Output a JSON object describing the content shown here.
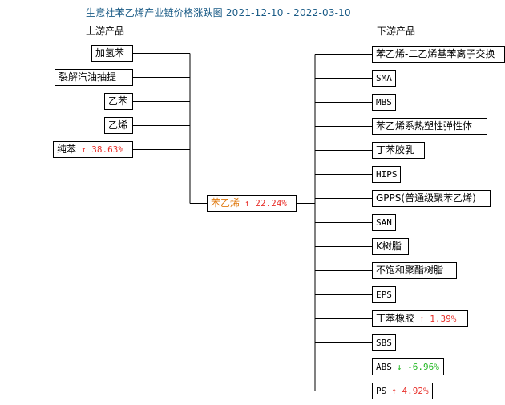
{
  "title": "生意社苯乙烯产业链价格涨跌图 2021-12-10 - 2022-03-10",
  "upstream_label": "上游产品",
  "downstream_label": "下游产品",
  "up_arrow": "↑",
  "down_arrow": "↓",
  "colors": {
    "title": "#1a5b86",
    "up": "#e8302a",
    "down": "#22b822",
    "center": "#e07a10"
  },
  "upstream": [
    {
      "name": "加氢苯",
      "change": ""
    },
    {
      "name": "裂解汽油抽提",
      "change": ""
    },
    {
      "name": "乙苯",
      "change": ""
    },
    {
      "name": "乙烯",
      "change": ""
    },
    {
      "name": "纯苯",
      "change": "38.63%",
      "direction": "up"
    }
  ],
  "center": {
    "name": "苯乙烯",
    "change": "22.24%",
    "direction": "up"
  },
  "downstream": [
    {
      "name": "苯乙烯-二乙烯基苯离子交换",
      "change": ""
    },
    {
      "name": "SMA",
      "change": ""
    },
    {
      "name": "MBS",
      "change": ""
    },
    {
      "name": "苯乙烯系热塑性弹性体",
      "change": ""
    },
    {
      "name": "丁苯胶乳",
      "change": ""
    },
    {
      "name": "HIPS",
      "change": ""
    },
    {
      "name": "GPPS(普通级聚苯乙烯)",
      "change": ""
    },
    {
      "name": "SAN",
      "change": ""
    },
    {
      "name": "K树脂",
      "change": ""
    },
    {
      "name": "不饱和聚酯树脂",
      "change": ""
    },
    {
      "name": "EPS",
      "change": ""
    },
    {
      "name": "丁苯橡胶",
      "change": "1.39%",
      "direction": "up"
    },
    {
      "name": "SBS",
      "change": ""
    },
    {
      "name": "ABS",
      "change": "-6.96%",
      "direction": "down"
    },
    {
      "name": "PS",
      "change": "4.92%",
      "direction": "up"
    }
  ]
}
